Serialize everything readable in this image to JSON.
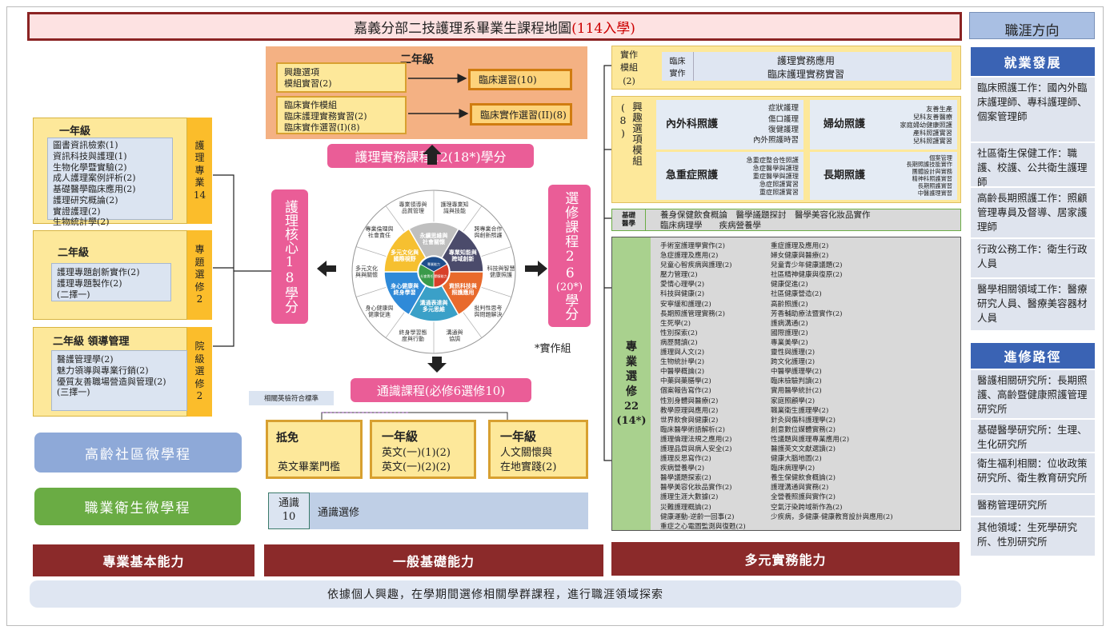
{
  "title": {
    "main": "嘉義分部二技護理系畢業生課程地圖",
    "highlight": "(114入學)"
  },
  "career": {
    "header": "職涯方向",
    "employment_header": "就業發展",
    "employment": [
      "臨床照護工作：國內外臨床護理師、專科護理師、個案管理師",
      "社區衛生保健工作：職護、校護、公共衛生護理師",
      "高齡長期照護工作：照顧管理專員及督導、居家護理師",
      "行政公務工作：衛生行政人員",
      "醫學相關領域工作：醫療研究人員、醫療美容器材人員"
    ],
    "study_header": "進修路徑",
    "study": [
      "醫護相關研究所：長期照護、高齡暨健康照護管理研究所",
      "基礎醫學研究所：生理、生化研究所",
      "衛生福利相關：位收政策研究所、衛生教育研究所",
      "醫務管理研究所",
      "其他領域：生死學研究所、性別研究所"
    ]
  },
  "left": {
    "y1": {
      "title": "一年級",
      "items": [
        "圖書資訊檢索(1)",
        "資訊科技與護理(1)",
        "生物化學暨實驗(2)",
        "成人護理案例評析(2)",
        "基礎醫學臨床應用(2)",
        "護理研究概論(2)",
        "實證護理(2)",
        "生物統計學(2)"
      ],
      "side": [
        "護",
        "理",
        "專",
        "業",
        "14"
      ]
    },
    "y2": {
      "title": "二年級",
      "items": [
        "護理專題創新實作(2)",
        "護理專題製作(2)",
        "(二擇一)"
      ],
      "side": [
        "專",
        "題",
        "選",
        "修",
        "2"
      ]
    },
    "y2b": {
      "title": "二年級 領導管理",
      "items": [
        "醫護管理學(2)",
        "魅力領導與專業行銷(2)",
        "優質友善職場營造與管理(2)",
        "(三擇一)"
      ],
      "side": [
        "院",
        "級",
        "選",
        "修",
        "2"
      ]
    },
    "micro1": "高齡社區微學程",
    "micro2": "職業衛生微學程"
  },
  "center": {
    "y2_title": "二年級",
    "interest": [
      "興趣選項",
      "模組實習(2)"
    ],
    "clinical_elect": "臨床選習(10)",
    "practice": [
      "臨床實作模組",
      "臨床護理實務實習(2)",
      "臨床實作選習(I)(8)"
    ],
    "practice_elect": "臨床實作選習(II)(8)",
    "practice_course": "護理實務課程12(18*)學分",
    "core": "護理核心18學分",
    "elective": [
      "選修課程26",
      "(20*)",
      "學分"
    ],
    "footnote": "*實作組",
    "general": "通識課程(必修6選修10)",
    "english_note": "相關英檢符合標準",
    "exempt_title": "抵免",
    "exempt_item": "英文畢業門檻",
    "g1_title": "一年級",
    "g1_items": [
      "英文(一)(1)(2)",
      "英文(一)(2)(2)"
    ],
    "g2_title": "一年級",
    "g2_items": [
      "人文關懷與",
      "在地實踐(2)"
    ],
    "ge_label": [
      "通識",
      "10"
    ],
    "ge_elect": "通識選修"
  },
  "wheel": {
    "outer": [
      "護理專業知識與技能",
      "跨專業合作與創新照護",
      "科技與智慧健康照護",
      "批判性思考與問題解決",
      "溝通與協調",
      "終身學習態度與行動",
      "身心健康與健康促進",
      "多元文化與與關懷",
      "專業倫理與社會責任",
      "專業領導與品質管理"
    ],
    "inner": [
      "永續思維與社會關懷",
      "專業知能與跨域創新",
      "資訊科技與照護應用",
      "溝通表達與多元思維",
      "身心健康與終身學習",
      "多元文化與國際視野"
    ],
    "core": [
      "專業能力",
      "關懷能力",
      "社會責任"
    ]
  },
  "right": {
    "practice_module": {
      "label": [
        "實作",
        "模組",
        "(2)"
      ],
      "sub": [
        "臨床",
        "實作"
      ],
      "items": [
        "護理實務應用",
        "臨床護理實務實習"
      ]
    },
    "interest_module": {
      "label": "興趣選項模組(8)",
      "cells": [
        {
          "name": [
            "內外",
            "科",
            "照護"
          ],
          "items": [
            "症狀護理",
            "傷口護理",
            "復健護理",
            "內外照護時習"
          ]
        },
        {
          "name": [
            "婦幼",
            "照護"
          ],
          "items": [
            "友善生產",
            "兒科友善醫療",
            "家庭婦幼健康照護",
            "產科照護實習",
            "兒科照護實習"
          ]
        },
        {
          "name": [
            "急重",
            "症",
            "照護"
          ],
          "items": [
            "急重症整合性照護",
            "急症醫學與護理",
            "重症醫學與護理",
            "急症照護實習",
            "重症照護實習"
          ]
        },
        {
          "name": [
            "長期",
            "照護"
          ],
          "items": [
            "個案管理",
            "長期照護技能實作",
            "團體設計與實務",
            "精神科照護實習",
            "長期照護實習",
            "中醫護理實習"
          ]
        }
      ]
    },
    "basic_medicine": {
      "label": [
        "基礎",
        "醫學"
      ],
      "line1": "養身保健飲食概論　醫學議題探討　醫學美容化妝品實作",
      "line2": "臨床病理學　　疾病營養學"
    },
    "prof_elect": {
      "label": [
        "專",
        "業",
        "選",
        "修",
        "22",
        "(14*)"
      ],
      "col1": [
        "手術室護理學實作(2)",
        "急症護理及應用(2)",
        "兒童心智疾病與護理(2)",
        "壓力管理(2)",
        "愛情心理學(2)",
        "科技與健康(2)",
        "安寧緩和護理(2)",
        "長期照護管理實務(2)",
        "生死學(2)",
        "性別探索(2)",
        "病歷閱讀(2)",
        "護理與人文(2)",
        "生物統計學(2)",
        "中醫學概論(2)",
        "中藥與藥膳學(2)",
        "個案報告寫作(2)",
        "性別身體與醫療(2)",
        "教學原理與應用(2)",
        "世界飲食與健康(2)",
        "臨床醫學術語解析(2)",
        "護理倫理法規之應用(2)",
        "護理品質與病人安全(2)",
        "護理反思寫作(2)",
        "疾病營養學(2)",
        "醫學議題探索(2)",
        "醫學美容化妝品實作(2)",
        "護理生涯大數據(2)",
        "災難護理概論(2)",
        "健康運動-逆齡一回事(2)",
        "重症之心電圖監測與復甦(2)"
      ],
      "col2": [
        "重症護理及應用(2)",
        "婦女健康與醫療(2)",
        "兒童青少年健康議題(2)",
        "社區精神健康與復原(2)",
        "健康促進(2)",
        "社區健康營造(2)",
        "高齡照護(2)",
        "芳香輔助療法暨實作(2)",
        "護病溝通(2)",
        "國際護理(2)",
        "專業美學(2)",
        "靈性與護理(2)",
        "跨文化護理(2)",
        "中醫學護理學(2)",
        "臨床檢驗判讀(2)",
        "實用醫學統計(2)",
        "家庭照顧學(2)",
        "職業衛生護理學(2)",
        "針灸與傷科護理學(2)",
        "創意數位媒體實務(2)",
        "性議題與護理專業應用(2)",
        "醫護英文文獻選讀(2)",
        "健康大腦地圖(2)",
        "臨床病理學(2)",
        "養生保健飲食概論(2)",
        "護理溝通與實務(2)",
        "全營養照護與實作(2)",
        "空氣汙染跨域新作為(2)",
        "少疾病，多健康-健康教育設計與應用(2)"
      ]
    }
  },
  "bottom": {
    "ability1": "專業基本能力",
    "ability2": "一般基礎能力",
    "ability3": "多元實務能力",
    "note": "依據個人興趣，在學期間選修相關學群課程，進行職涯領域探索"
  },
  "colors": {
    "title_border": "#8b2323",
    "orange": "#fbbd2b",
    "pink": "#ea5d97",
    "dark_red": "#8b2a2a",
    "blue": "#3a63b4",
    "green": "#6aac44",
    "micro_blue": "#8ea9d8"
  }
}
